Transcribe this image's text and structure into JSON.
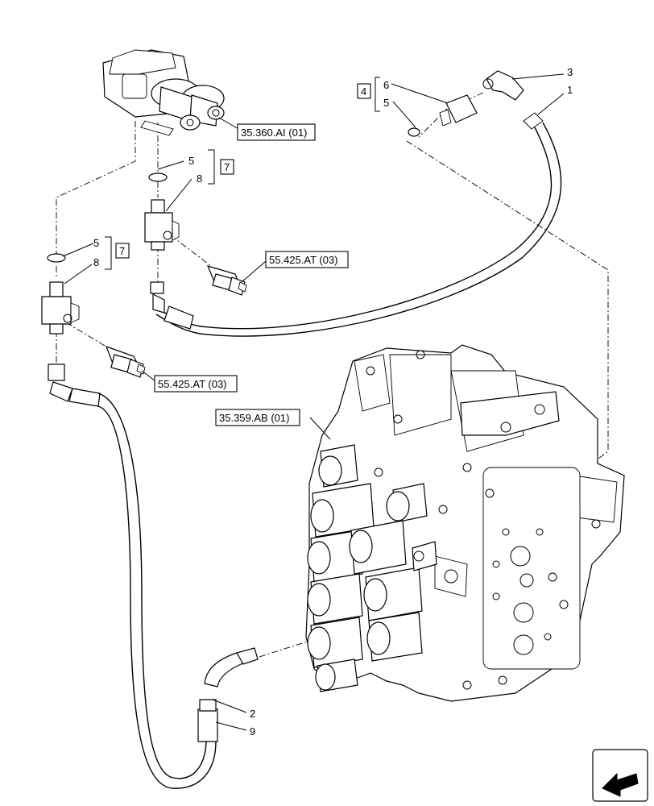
{
  "callouts": {
    "c1": "1",
    "c2": "2",
    "c3": "3",
    "c4": "4",
    "c5a": "5",
    "c5b": "5",
    "c5c": "5",
    "c6": "6",
    "c7a": "7",
    "c7b": "7",
    "c8a": "8",
    "c8b": "8",
    "c9": "9"
  },
  "refs": {
    "solenoid_valve": "35.360.AI (01)",
    "pressure_switch_upper": "55.425.AT (03)",
    "pressure_switch_lower": "55.425.AT (03)",
    "control_valve": "35.359.AB (01)"
  },
  "nav_icon": "arrow-icon"
}
